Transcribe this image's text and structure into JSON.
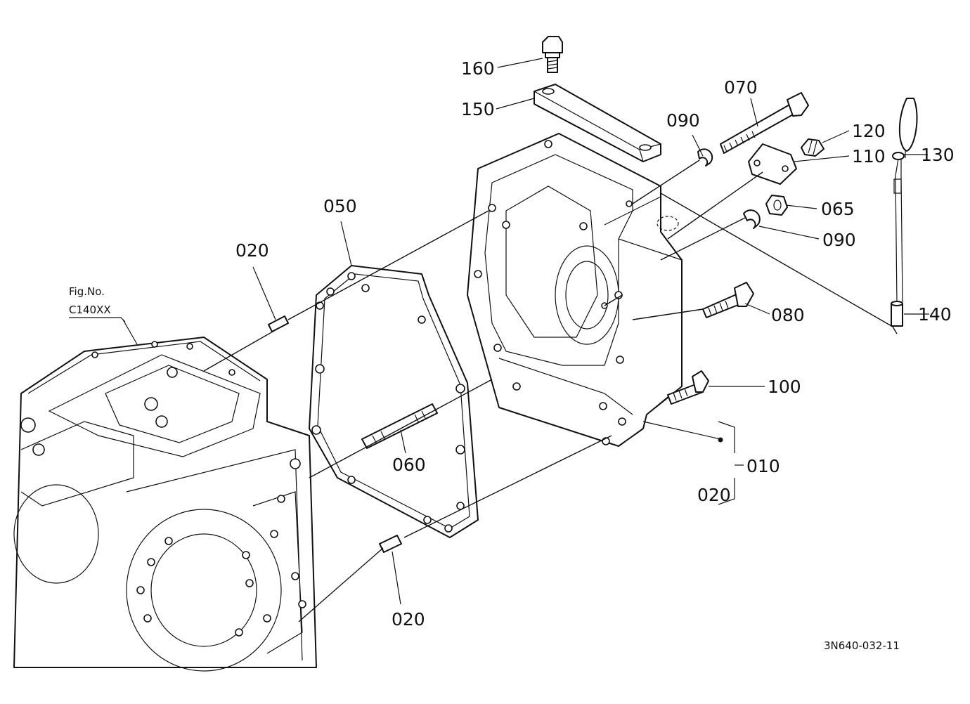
{
  "figure_ref": {
    "line1": "Fig.No.",
    "line2": "C140XX"
  },
  "drawing_number": "3N640-032-11",
  "callouts": [
    {
      "id": "160",
      "text": "160"
    },
    {
      "id": "150",
      "text": "150"
    },
    {
      "id": "070",
      "text": "070"
    },
    {
      "id": "090a",
      "text": "090"
    },
    {
      "id": "120",
      "text": "120"
    },
    {
      "id": "110",
      "text": "110"
    },
    {
      "id": "130",
      "text": "130"
    },
    {
      "id": "065",
      "text": "065"
    },
    {
      "id": "090b",
      "text": "090"
    },
    {
      "id": "050",
      "text": "050"
    },
    {
      "id": "020a",
      "text": "020"
    },
    {
      "id": "080",
      "text": "080"
    },
    {
      "id": "140",
      "text": "140"
    },
    {
      "id": "100",
      "text": "100"
    },
    {
      "id": "060",
      "text": "060"
    },
    {
      "id": "010",
      "text": "010"
    },
    {
      "id": "020b",
      "text": "020"
    },
    {
      "id": "020c",
      "text": "020"
    }
  ]
}
